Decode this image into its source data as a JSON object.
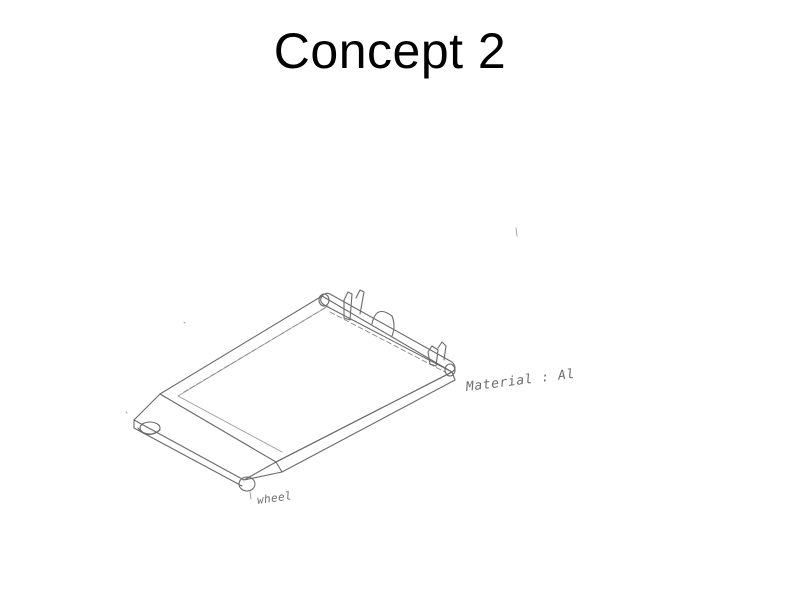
{
  "slide": {
    "title": "Concept 2"
  },
  "sketch": {
    "annotations": {
      "material": "Material : Al",
      "wheel": "wheel"
    }
  }
}
